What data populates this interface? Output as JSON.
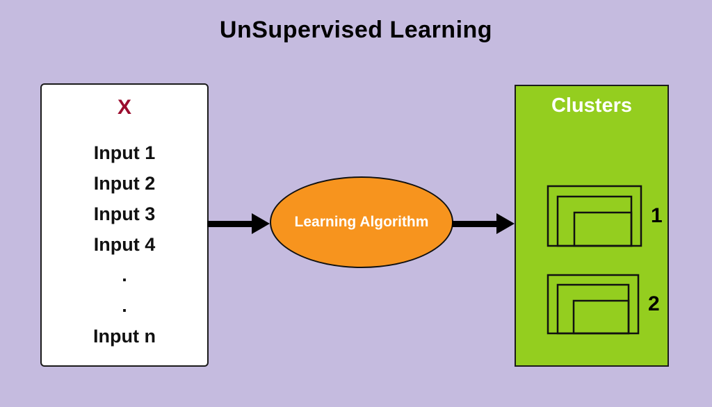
{
  "title": "UnSupervised Learning",
  "colors": {
    "background": "#c5bbdf",
    "input_box_bg": "#ffffff",
    "x_header": "#9b0d2e",
    "ellipse_fill": "#f7941e",
    "clusters_bg": "#94ce1f",
    "arrow": "#000000"
  },
  "left_box": {
    "header": "X",
    "items": [
      "Input 1",
      "Input 2",
      "Input 3",
      "Input 4",
      ".",
      ".",
      "Input n"
    ]
  },
  "algorithm": {
    "label": "Learning Algorithm"
  },
  "clusters": {
    "title": "Clusters",
    "items": [
      {
        "label": "1"
      },
      {
        "label": "2"
      }
    ]
  }
}
